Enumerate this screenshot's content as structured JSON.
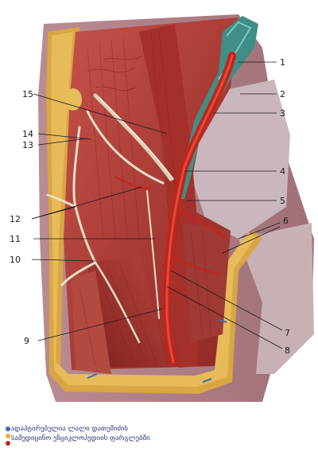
{
  "figure": {
    "labels": [
      "1",
      "2",
      "3",
      "4",
      "5",
      "6",
      "7",
      "8",
      "9",
      "10",
      "11",
      "12",
      "13",
      "14",
      "15"
    ]
  },
  "caption": {
    "line1": "ადაპტირებულია ლალი დათეშიძის",
    "line2": "სამედიცინო ენციკლოპედიის ფარგლებში"
  },
  "colors": {
    "muscle": "#b23a34",
    "artery": "#d8462a",
    "vein": "#3f8f86",
    "fat": "#d9a644",
    "skin": "#ad7f86",
    "caption_text": "#1f2f7a"
  }
}
